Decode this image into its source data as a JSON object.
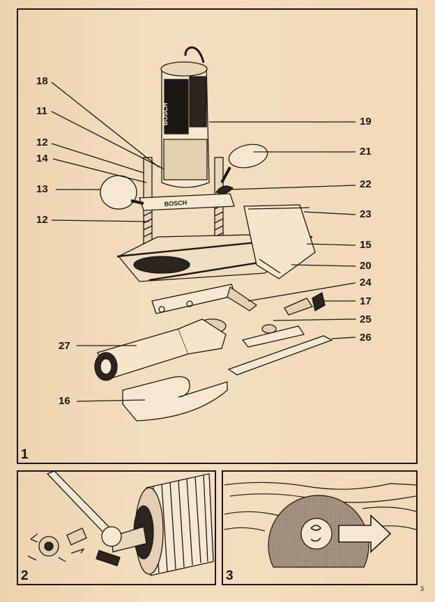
{
  "figures": [
    {
      "number": "1"
    },
    {
      "number": "2"
    },
    {
      "number": "3"
    }
  ],
  "callouts_left": [
    "18",
    "11",
    "12",
    "14",
    "13",
    "12",
    "27",
    "16"
  ],
  "callouts_right": [
    "19",
    "21",
    "22",
    "23",
    "15",
    "20",
    "24",
    "17",
    "25",
    "26"
  ],
  "brand_on_motor": "BOSCH",
  "brand_on_base": "BOSCH",
  "page_number": "3",
  "colors": {
    "ink": "#1b1712",
    "paper": "#f1dcbb",
    "shade": "#9a8a76"
  }
}
